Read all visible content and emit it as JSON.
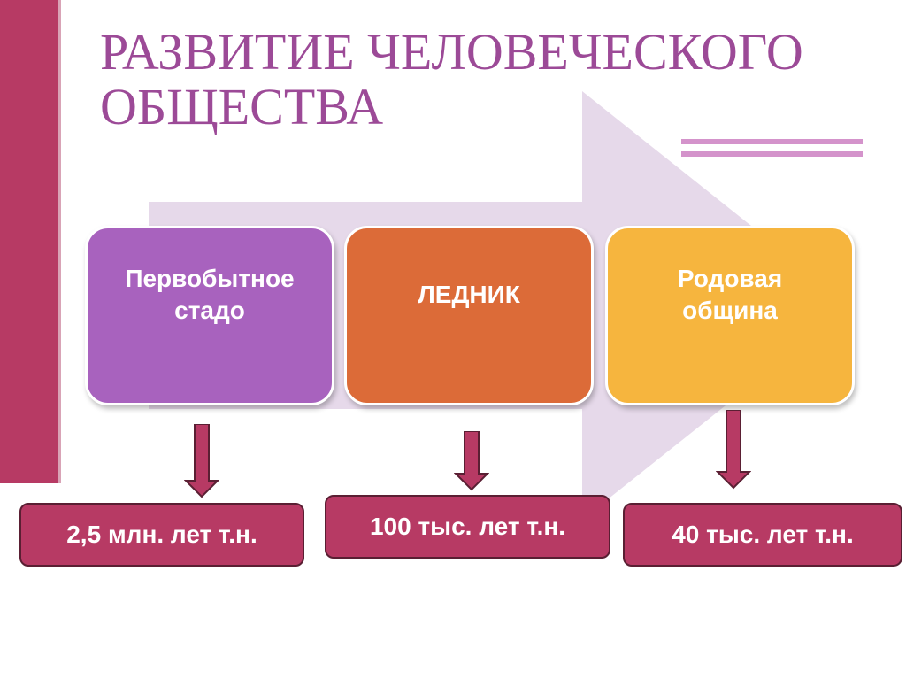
{
  "title": {
    "line1": "РАЗВИТИЕ ЧЕЛОВЕЧЕСКОГО",
    "line2": "ОБЩЕСТВА"
  },
  "stages": [
    {
      "label": "Первобытное\nстадо",
      "color": "#a862be"
    },
    {
      "label": "ЛЕДНИК",
      "color": "#dc6b38"
    },
    {
      "label": "Родовая\nобщина",
      "color": "#f6b53e"
    }
  ],
  "dates": [
    {
      "label": "2,5 млн. лет т.н."
    },
    {
      "label": "100 тыс. лет т.н."
    },
    {
      "label": "40 тыс. лет т.н."
    }
  ],
  "colors": {
    "accent": "#b73a64",
    "title": "#9c4a97",
    "big_arrow": "#e6d9ea",
    "stripes": "#d493cb"
  }
}
